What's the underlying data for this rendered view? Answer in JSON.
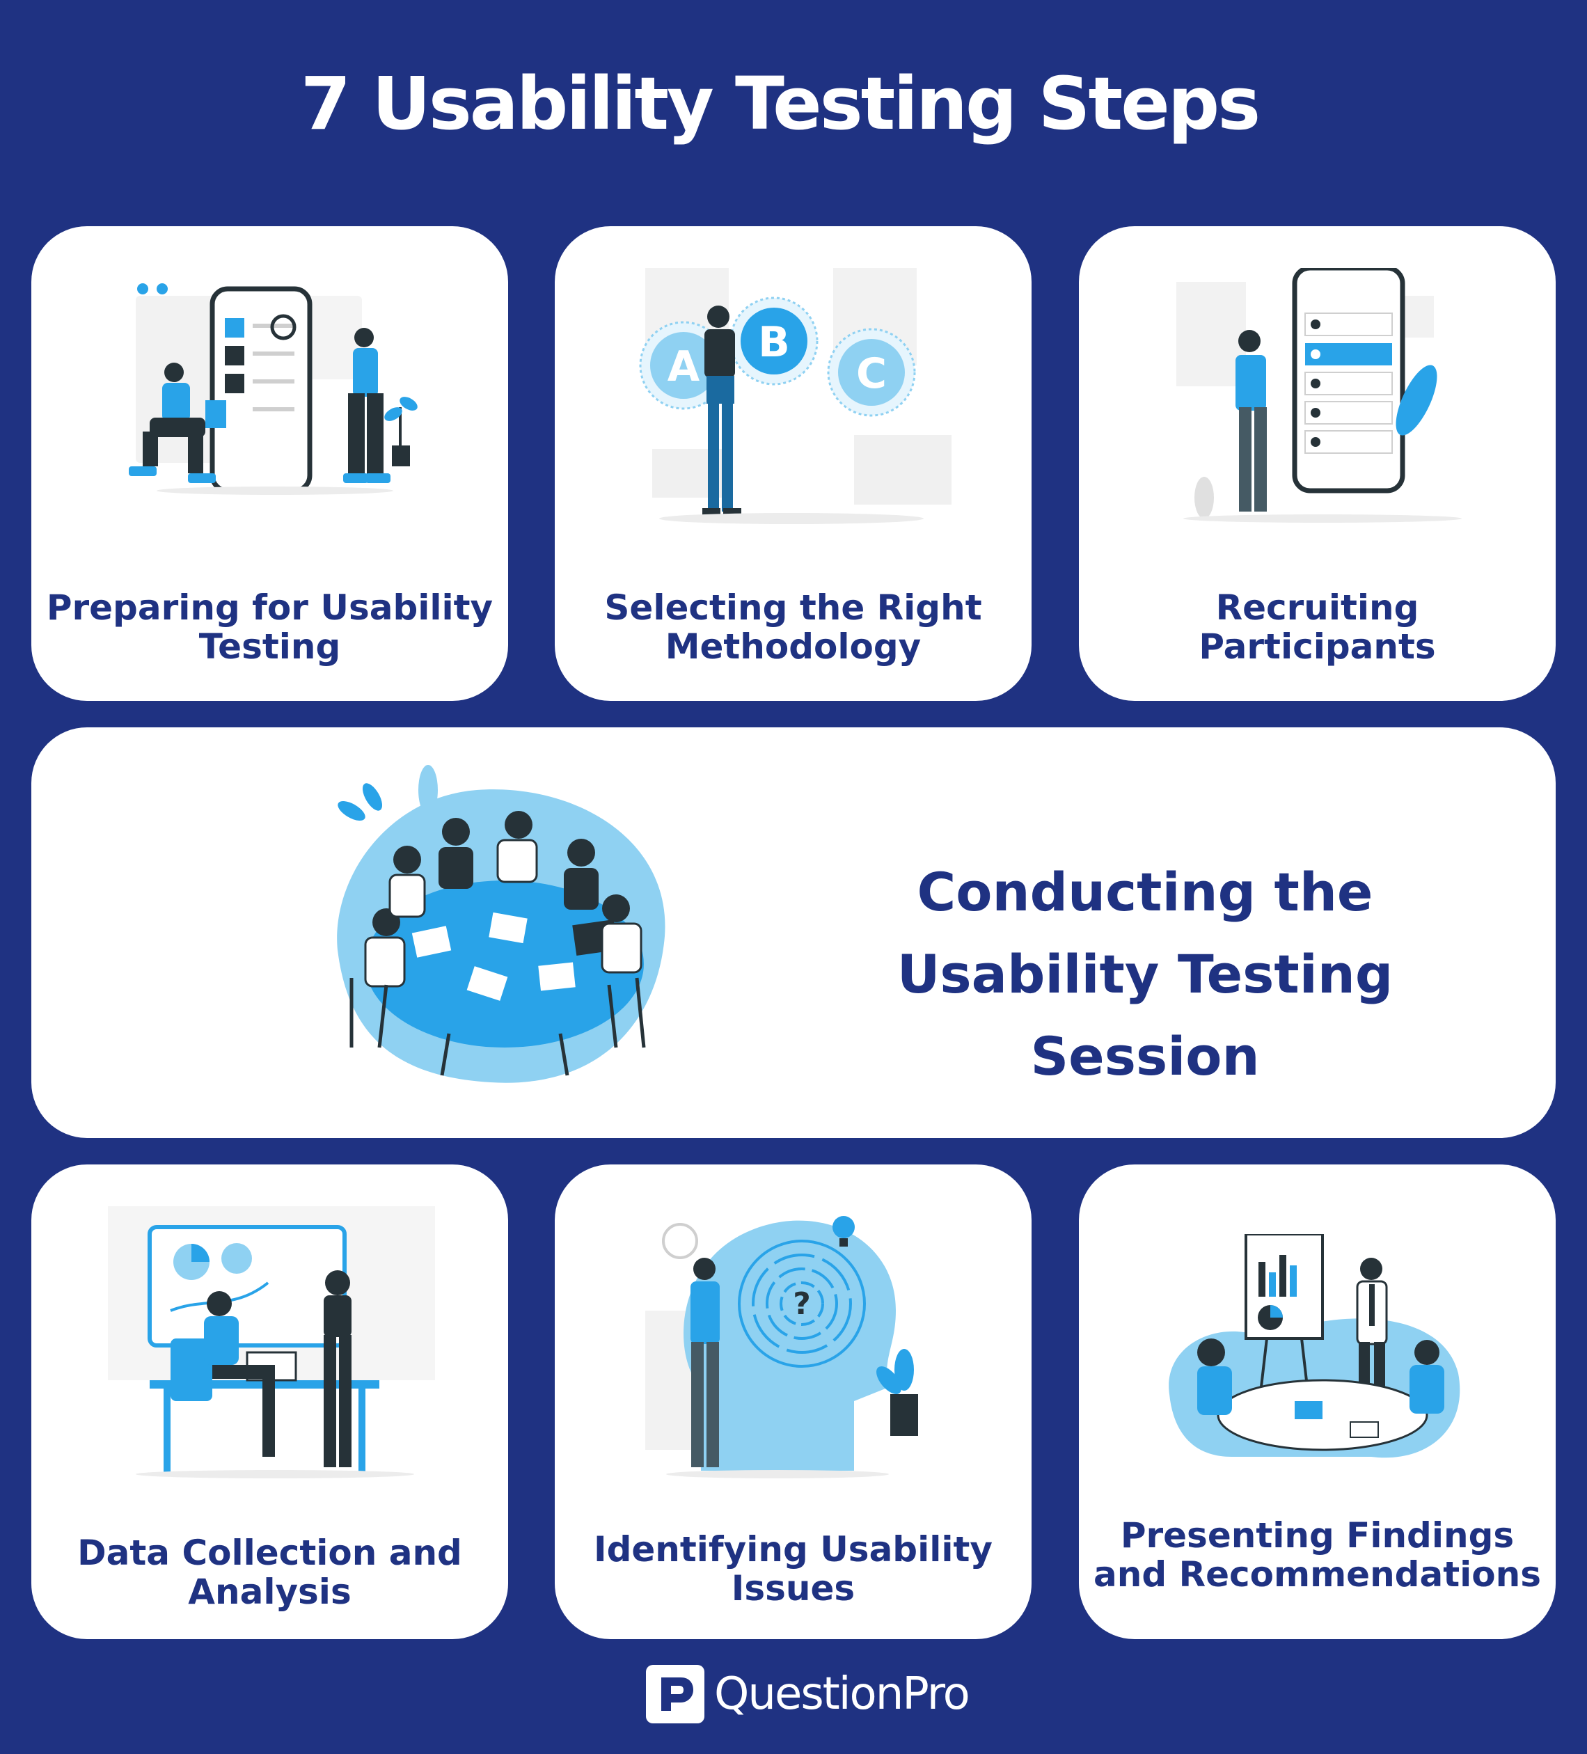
{
  "title": "7 Usability Testing Steps",
  "colors": {
    "background": "#1f3282",
    "card": "#ffffff",
    "text_dark": "#1f3282",
    "accent": "#29a3e8",
    "accent_light": "#8fd1f2",
    "figure_dark": "#263238"
  },
  "steps": [
    {
      "label": "Preparing for Usability Testing",
      "icon": "mobile-app-team-illustration"
    },
    {
      "label": "Selecting the Right Methodology",
      "icon": "abc-choice-illustration"
    },
    {
      "label": "Recruiting Participants",
      "icon": "phone-profile-list-illustration"
    },
    {
      "label": "Conducting the Usability Testing Session",
      "icon": "meeting-table-illustration"
    },
    {
      "label": "Data Collection and Analysis",
      "icon": "desk-analytics-illustration"
    },
    {
      "label": "Identifying Usability Issues",
      "icon": "head-maze-illustration"
    },
    {
      "label": "Presenting Findings and Recommendations",
      "icon": "presentation-board-illustration"
    }
  ],
  "abc_letters": [
    "A",
    "B",
    "C"
  ],
  "maze_symbol": "?",
  "brand": {
    "name": "QuestionPro",
    "mark": "P"
  }
}
